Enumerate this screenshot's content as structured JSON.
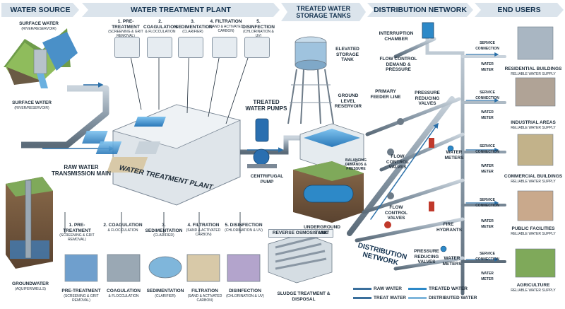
{
  "headers": {
    "water_source": "WATER SOURCE",
    "treatment_plant": "WATER TREATMENT PLANT",
    "storage": "TREATED WATER STORAGE TANKS",
    "distribution": "DISTRIBUTION NETWORK",
    "end_users": "END USERS"
  },
  "source": {
    "surface_title": "SURFACE WATER",
    "surface_sub": "(RIVER/RESERVOIR)",
    "surface2_title": "SURFACE WATER",
    "surface2_sub": "(RIVER/RESERVOIR)",
    "raw_main": "RAW WATER TRANSMISSION MAIN",
    "ground_title": "GROUNDWATER",
    "ground_sub": "(AQUIFER/WELLS)"
  },
  "plant": {
    "center_label": "WATER TREATMENT PLANT",
    "top_steps": [
      {
        "title": "1. PRE-TREATMENT",
        "sub": "(SCREENING & GRIT REMOVAL)"
      },
      {
        "title": "2. COAGULATION",
        "sub": "& FLOCCULATION"
      },
      {
        "title": "3. SEDIMENTATION",
        "sub": "(CLARIFIER)"
      },
      {
        "title": "4. FILTRATION",
        "sub": "(SAND & ACTIVATED CARBON)"
      },
      {
        "title": "5. DISINFECTION",
        "sub": "(CHLORINATION & UV)"
      }
    ],
    "bottom_steps": [
      {
        "title": "1. PRE-TREATMENT",
        "sub": "(SCREENING & GRIT REMOVAL)",
        "cap": "PRE-TREATMENT",
        "cap_sub": "(SCREENING & GRIT REMOVAL)"
      },
      {
        "title": "2. COAGULATION",
        "sub": "& FLOCCULATION",
        "cap": "COAGULATION",
        "cap_sub": "& FLOCCULATION"
      },
      {
        "title": "3. SEDIMENTATION",
        "sub": "(CLARIFIER)",
        "cap": "SEDIMENTATION",
        "cap_sub": "(CLARIFIER)"
      },
      {
        "title": "4. FILTRATION",
        "sub": "(SAND & ACTIVATED CARBON)",
        "cap": "FILTRATION",
        "cap_sub": "(SAND & ACTIVATED CARBON)"
      },
      {
        "title": "5. DISINFECTION",
        "sub": "(CHLORINATION & UV)",
        "cap": "DISINFECTION",
        "cap_sub": "(CHLORINATION & UV)"
      }
    ],
    "pumps_title": "TREATED WATER PUMPS",
    "centrifugal": "CENTRIFUGAL PUMP",
    "ro_unit": "REVERSE OSMOSIS UNIT",
    "sludge": "SLUDGE TREATMENT & DISPOSAL"
  },
  "storage": {
    "elevated": "ELEVATED STORAGE TANK",
    "ground_level": "GROUND LEVEL RESERVOIR",
    "balancing": "BALANCING DEMANDS & PRESSURE",
    "underground": "UNDERGROUND TANK"
  },
  "distribution": {
    "interruption": "INTERRUPTION CHAMBER",
    "flow_demand": "FLOW CONTROL DEMAND & PRESSURE",
    "feeder": "PRIMARY FEEDER LINE",
    "prv1": "PRESSURE REDUCING VALVES",
    "fcv1": "FLOW CONTROL VALVES",
    "meters1": "WATER METERS",
    "fcv2": "FLOW CONTROL VALVES",
    "hydrants": "FIRE HYDRANTS",
    "prv2": "PRESSURE REDUCING VALVES",
    "meters2": "WATER METERS",
    "network_label": "DISTRIBUTION NETWORK"
  },
  "users": [
    {
      "service": "SERVICE CONNECTION",
      "meter": "WATER METER",
      "name": "RESIDENTIAL BUILDINGS",
      "sub": "RELIABLE WATER SUPPLY"
    },
    {
      "service": "SERVICE CONNECTION",
      "meter": "WATER METER",
      "name": "INDUSTRIAL AREAS",
      "sub": "RELIABLE WATER SUPPLY"
    },
    {
      "service": "SERVICE CONNECTION",
      "meter": "WATER METER",
      "name": "COMMERCIAL BUILDINGS",
      "sub": "RELIABLE WATER SUPPLY"
    },
    {
      "service": "SERVICE CONNECTION",
      "meter": "WATER METER",
      "name": "PUBLIC FACILITIES",
      "sub": "RELIABLE WATER SUPPLY"
    },
    {
      "service": "SERVICE CONNECTION",
      "meter": "WATER METER",
      "name": "AGRICULTURE",
      "sub": "RELIABLE WATER SUPPLY"
    }
  ],
  "legend": {
    "raw": "RAW WATER",
    "treated": "TREATED WATER",
    "treat_pressure": "TREAT WATER",
    "distributed": "DISTRIBUTED WATER",
    "colors": {
      "raw": "#3a6f9c",
      "treated": "#2d89c8",
      "treat_pressure": "#3a6f9c",
      "distributed": "#7fb6db"
    }
  }
}
